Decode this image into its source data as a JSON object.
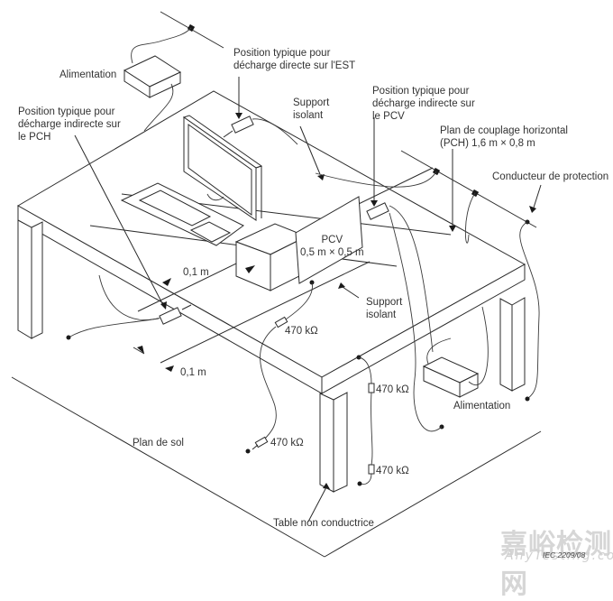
{
  "figure": {
    "reference": "IEC 2209/08",
    "watermark": {
      "chinese": "嘉峪检测网",
      "latin": "AnyTesting.com"
    }
  },
  "labels": {
    "alimentation_top": "Alimentation",
    "direct_discharge": "Position typique pour\ndécharge directe sur l'EST",
    "support_isolant_top": "Support\nisolant",
    "indirect_pcv": "Position typique pour\ndécharge indirecte sur\nle PCV",
    "indirect_pch": "Position typique pour\ndécharge indirecte sur\nle PCH",
    "pch": "Plan de couplage horizontal\n(PCH) 1,6 m × 0,8 m",
    "conducteur": "Conducteur de protection",
    "pcv": "PCV\n0,5 m × 0,5 m",
    "dim_upper": "0,1 m",
    "dim_lower": "0,1 m",
    "support_isolant_bottom": "Support\nisolant",
    "resistor_1": "470 kΩ",
    "resistor_2": "470 kΩ",
    "resistor_3": "470 kΩ",
    "resistor_4": "470 kΩ",
    "alimentation_bottom": "Alimentation",
    "plan_de_sol": "Plan de sol",
    "table": "Table non conductrice"
  }
}
